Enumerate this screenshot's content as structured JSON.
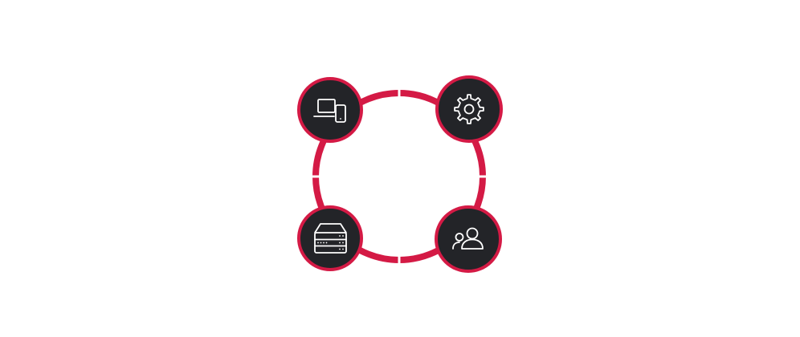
{
  "diagram": {
    "colors": {
      "ring": "#d41a45",
      "node_fill": "#232428",
      "icon_stroke": "#ffffff",
      "background": "#ffffff"
    },
    "nodes": [
      {
        "id": "devices",
        "icon": "laptop-phone-icon"
      },
      {
        "id": "settings",
        "icon": "gear-icon"
      },
      {
        "id": "servers",
        "icon": "server-stack-icon"
      },
      {
        "id": "users",
        "icon": "users-icon"
      }
    ]
  }
}
